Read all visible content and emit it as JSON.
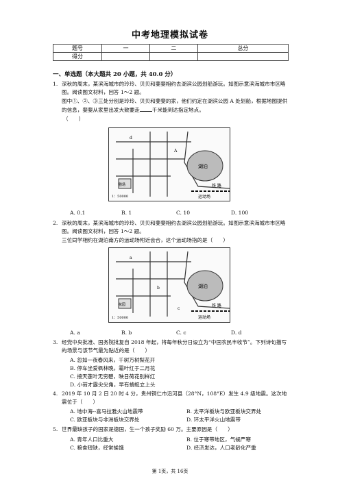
{
  "title": "中考地理模拟试卷",
  "score_table": {
    "row1": [
      "题号",
      "一",
      "二",
      "总分"
    ],
    "row2": [
      "得分",
      "",
      "",
      ""
    ]
  },
  "section1": "一、单选题（本大题共 20 小题，共 40.0 分）",
  "q1": {
    "num": "1.",
    "text1": "深秋的周末，某滨海城市的玲玲、贝贝和斐斐相约去湖滨公园划船游玩。如图示意滨海城市市区略图。阅读图文材料，回答 1～2 题。",
    "text2": "图中①、②、③三处分别是玲玲、贝贝和斐斐的家，他们约定在湖滨公园 A 处划船，根据地图提供的信息，斐斐从家里出发大致要走",
    "text3": "千米能到达指定地点。",
    "paren": "（　　）",
    "options": [
      "A. 0.1",
      "B. 1",
      "C. 10",
      "D. 100"
    ]
  },
  "q2": {
    "num": "2.",
    "text1": "深秋的周末，某滨海城市的玲玲、贝贝和斐斐相约去湖滨公园划船游玩。如图示意滨海城市市区略图。阅读图文材料，回答 1～2 题。",
    "text2": "三位同学相约在湖泊南方的运动场附近会合，这个运动场指的是（　　）",
    "options": [
      "A. a",
      "B. b",
      "C. c",
      "D. d"
    ]
  },
  "q3": {
    "num": "3.",
    "text1": "经党中央批准、国务院批复自 2018 年起，将每年秋分日设立为“中国农民丰收节”。下列诗句描写的场景与该节气最为贴近的是（　　）",
    "options": [
      "A. 忽如一夜春风来，千树万树梨花开",
      "B. 停车坐爱枫林晚，霜叶红于二月花",
      "C. 接天莲叶无穷碧，映日荷花别样红",
      "D. 小荷才露尖尖角，早有蜻蜓立上头"
    ]
  },
  "q4": {
    "num": "4.",
    "text1": "2019 年 10 月 2 日 20 时 4 分，贵州铜仁市沿河县（28°N，108°E）发生 4.9 级地震。这次地震位于（　　）",
    "options": [
      "A. 地中海--喜马拉雅火山地震带",
      "B. 太平洋板块与欧亚板块交界处",
      "C. 欧亚板块与非洲板块交界处",
      "D. 环太平洋火山地震带"
    ]
  },
  "q5": {
    "num": "5.",
    "text1": "世界最缺孩子的国家是德国，生一个孩子奖励 60 万。主要原因是（　　）",
    "options": [
      "A. 青年人口比重大",
      "B. 位于寒带地区，气候严寒",
      "C. 粮食短缺，经常挨饿",
      "D. 经济发达，人口老龄化严重"
    ]
  },
  "map": {
    "scale": "1：50000",
    "lake": "湖泊",
    "rail": "铁 路",
    "sport": "运动场",
    "place1": "花园",
    "place2": "剧场",
    "labels": [
      "a",
      "b",
      "c",
      "d",
      "A"
    ]
  },
  "footer": "第 1页，共 16页"
}
